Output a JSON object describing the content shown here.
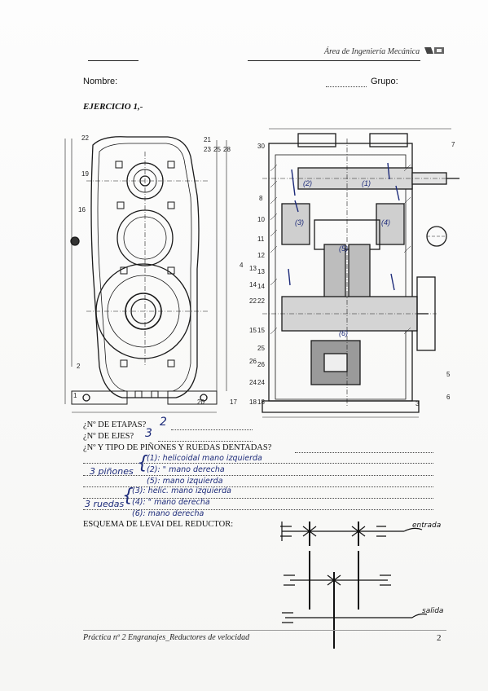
{
  "header": {
    "department": "Área de Ingeniería Mecánica"
  },
  "form": {
    "name_label": "Nombre:",
    "group_label": "Grupo:"
  },
  "exercise": {
    "title": "EJERCICIO 1,-"
  },
  "questions": {
    "stages_label": "¿Nº DE ETAPAS?",
    "stages_answer": "2",
    "shafts_label": "¿Nº DE EJES?",
    "shafts_answer": "3",
    "gears_label": "¿Nº Y TIPO DE PIÑONES Y RUEDAS DENTADAS?"
  },
  "answers": {
    "pinions_group": "3 piñones",
    "p1": "(1): helicoidal mano izquierda",
    "p2": "(2): \" mano derecha",
    "p3": "(5): mano izquierda",
    "wheels_group": "3 ruedas",
    "w1": "(3): helic. mano izquierda",
    "w2": "(4): \" mano derecha",
    "w3": "(6): mano derecha"
  },
  "schema": {
    "title": "ESQUEMA DE LEVAI DEL REDUCTOR:",
    "input_label": "entrada",
    "output_label": "salida"
  },
  "drawing": {
    "callouts_left": [
      "22",
      "19",
      "16",
      "2",
      "1"
    ],
    "callouts_mid": [
      "21",
      "23",
      "25",
      "28",
      "4",
      "13",
      "14",
      "22",
      "15",
      "24",
      "26",
      "18",
      "17",
      "20"
    ],
    "callouts_right": [
      "30",
      "8",
      "10",
      "11",
      "12",
      "13",
      "14",
      "22",
      "15",
      "25",
      "26",
      "24",
      "18",
      "7",
      "3",
      "5",
      "6"
    ],
    "gear_marks": [
      "(2)",
      "(1)",
      "(3)",
      "(4)",
      "(5)",
      "(6)"
    ]
  },
  "footer": {
    "text": "Práctica nº 2 Engranajes_Reductores de velocidad",
    "page": "2"
  }
}
